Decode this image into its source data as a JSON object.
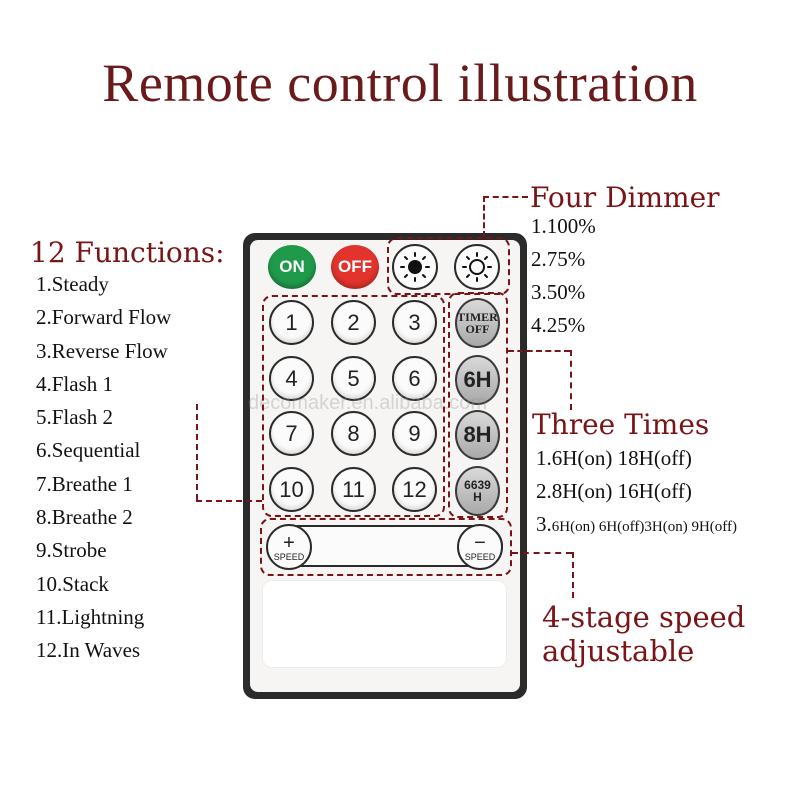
{
  "title": "Remote control illustration",
  "watermark": "decomaker.en.alibaba.com",
  "functions": {
    "heading": "12 Functions:",
    "items": [
      "1.Steady",
      "2.Forward Flow",
      "3.Reverse Flow",
      "4.Flash 1",
      "5.Flash 2",
      "6.Sequential",
      "7.Breathe 1",
      "8.Breathe 2",
      "9.Strobe",
      "10.Stack",
      "11.Lightning",
      "12.In Waves"
    ]
  },
  "dimmer": {
    "heading": "Four Dimmer",
    "items": [
      "1.100%",
      "2.75%",
      "3.50%",
      "4.25%"
    ]
  },
  "times": {
    "heading": "Three Times",
    "items": [
      "1.6H(on) 18H(off)",
      "2.8H(on) 16H(off)"
    ],
    "item3_prefix": "3.",
    "item3_rest": "6H(on) 6H(off)3H(on) 9H(off)"
  },
  "speed": {
    "line1": "4-stage speed",
    "line2": "adjustable"
  },
  "remote": {
    "on_label": "ON",
    "off_label": "OFF",
    "numbers": [
      "1",
      "2",
      "3",
      "4",
      "5",
      "6",
      "7",
      "8",
      "9",
      "10",
      "11",
      "12"
    ],
    "timer_line1": "TIMER",
    "timer_line2": "OFF",
    "btn_6h": "6H",
    "btn_8h": "8H",
    "btn_6639_line1": "6639",
    "btn_6639_line2": "H",
    "plus_symbol": "+",
    "minus_symbol": "−",
    "speed_label": "SPEED"
  },
  "colors": {
    "on_button": "#1f9a4a",
    "off_button": "#e2342c",
    "annotation": "#7a1416",
    "title": "#6a1a1a"
  }
}
